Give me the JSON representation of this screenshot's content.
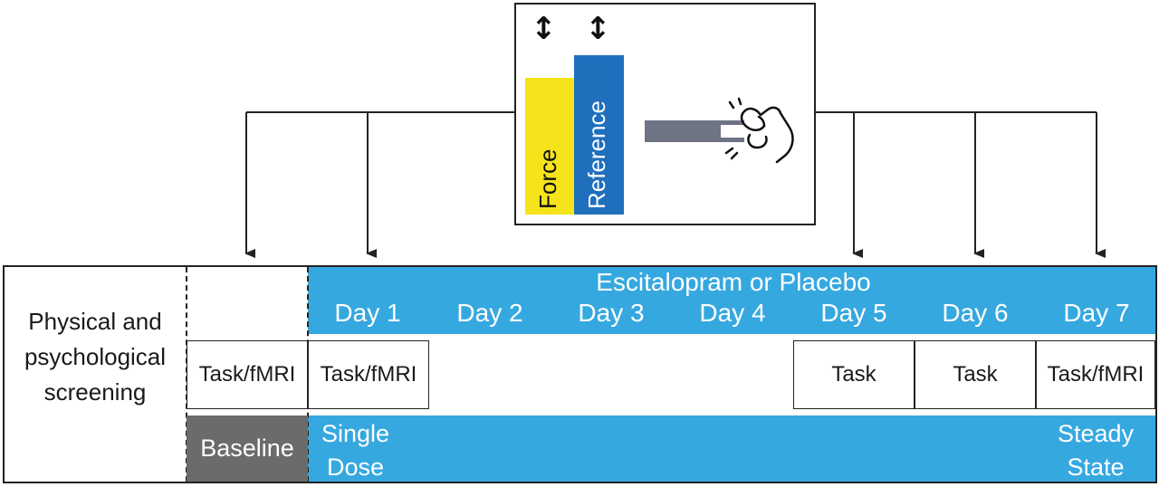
{
  "task_panel": {
    "force_label": "Force",
    "reference_label": "Reference",
    "force_color": "#f5e31c",
    "reference_color": "#1f6fbd",
    "handle_color": "#6f7484",
    "icons": [
      "up-down-arrow-icon",
      "up-down-arrow-icon",
      "pinching-hand-icon"
    ]
  },
  "timeline": {
    "trial_title": "Escitalopram or Placebo",
    "screening_label_lines": [
      "Physical and",
      "psychological",
      "screening"
    ],
    "days": [
      "Day 1",
      "Day 2",
      "Day 3",
      "Day 4",
      "Day 5",
      "Day 6",
      "Day 7"
    ],
    "sessions": {
      "baseline_task": "Task/fMRI",
      "day1": "Task/fMRI",
      "day5": "Task",
      "day6": "Task",
      "day7": "Task/fMRI"
    },
    "baseline_label": "Baseline",
    "single_dose_lines": [
      "Single",
      "Dose"
    ],
    "steady_state_lines": [
      "Steady",
      "State"
    ],
    "accent_color": "#36a8e0",
    "baseline_color": "#6b6b6b"
  }
}
